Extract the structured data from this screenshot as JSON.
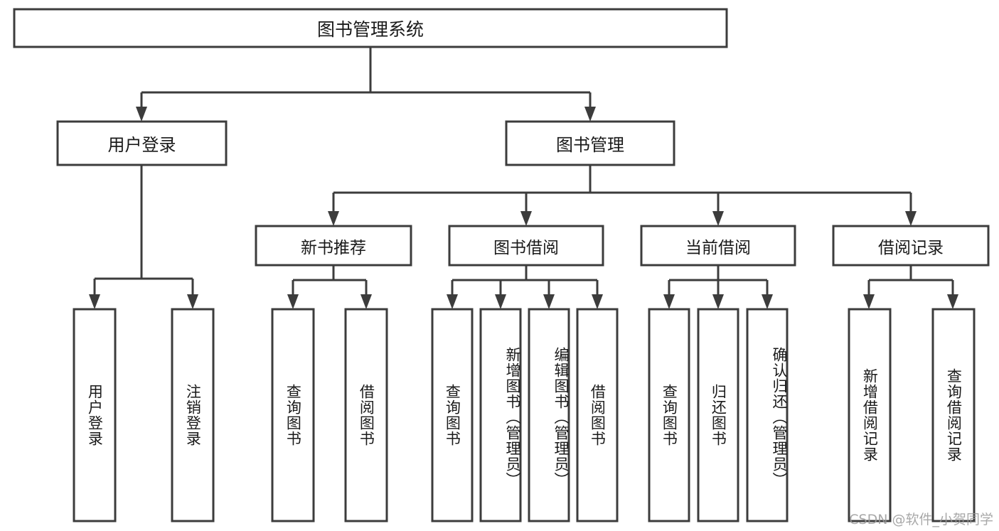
{
  "diagram": {
    "type": "tree-hierarchy",
    "title": "图书管理系统",
    "orientation": "top-down",
    "colors": {
      "box_stroke": "#3c3c3c",
      "box_fill": "#ffffff",
      "text": "#1a1a1a",
      "background": "#ffffff",
      "watermark": "#9a9a9a"
    },
    "root": {
      "label": "图书管理系统",
      "id": "root"
    },
    "level1": [
      {
        "id": "user-login",
        "label": "用户登录"
      },
      {
        "id": "book-manage",
        "label": "图书管理"
      }
    ],
    "level2": [
      {
        "id": "new-book-recommend",
        "label": "新书推荐",
        "parent": "book-manage"
      },
      {
        "id": "book-borrow",
        "label": "图书借阅",
        "parent": "book-manage"
      },
      {
        "id": "current-borrow",
        "label": "当前借阅",
        "parent": "book-manage"
      },
      {
        "id": "borrow-record",
        "label": "借阅记录",
        "parent": "book-manage"
      }
    ],
    "leaves": {
      "user-login": [
        {
          "id": "leaf-user-login",
          "label": "用户登录"
        },
        {
          "id": "leaf-logout-login",
          "label": "注销登录"
        }
      ],
      "new-book-recommend": [
        {
          "id": "leaf-query-book-1",
          "label": "查询图书"
        },
        {
          "id": "leaf-borrow-book-1",
          "label": "借阅图书"
        }
      ],
      "book-borrow": [
        {
          "id": "leaf-query-book-2",
          "label": "查询图书"
        },
        {
          "id": "leaf-add-book",
          "label": "新增图书（管理员）"
        },
        {
          "id": "leaf-edit-book",
          "label": "编辑图书（管理员）"
        },
        {
          "id": "leaf-borrow-book-2",
          "label": "借阅图书"
        }
      ],
      "current-borrow": [
        {
          "id": "leaf-query-book-3",
          "label": "查询图书"
        },
        {
          "id": "leaf-return-book",
          "label": "归还图书"
        },
        {
          "id": "leaf-confirm-return",
          "label": "确认归还（管理员）"
        }
      ],
      "borrow-record": [
        {
          "id": "leaf-add-record",
          "label": "新增借阅记录"
        },
        {
          "id": "leaf-query-record",
          "label": "查询借阅记录"
        }
      ]
    }
  },
  "watermark": {
    "text": "CSDN @软件_小贺同学"
  }
}
